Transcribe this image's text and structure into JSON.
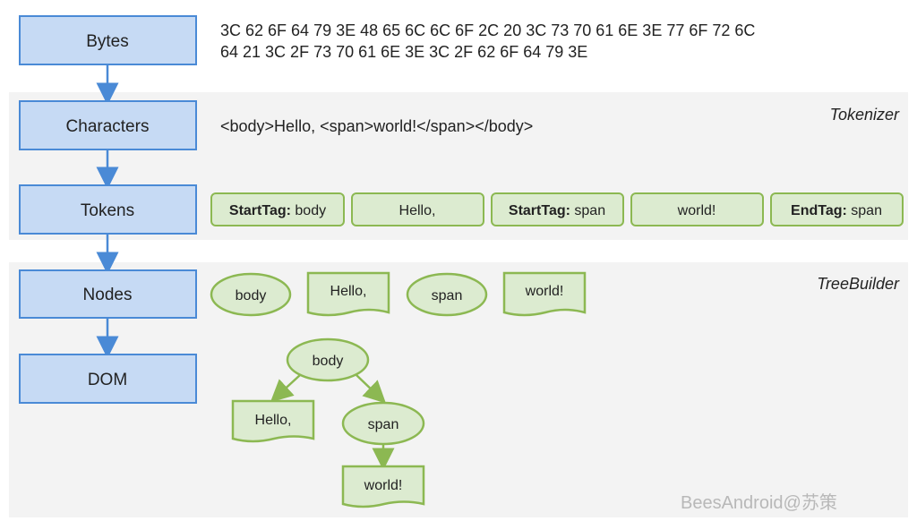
{
  "stages": [
    "Bytes",
    "Characters",
    "Tokens",
    "Nodes",
    "DOM"
  ],
  "bytes_line1": "3C 62 6F 64 79 3E 48 65 6C 6C 6F 2C 20 3C 73 70 61 6E 3E 77 6F 72 6C",
  "bytes_line2": "64 21 3C 2F 73 70 61 6E 3E 3C 2F 62 6F 64 79 3E",
  "characters": "<body>Hello, <span>world!</span></body>",
  "tokenizer_label": "Tokenizer",
  "treebuilder_label": "TreeBuilder",
  "tokens": [
    {
      "kind": "StartTag:",
      "value": " body"
    },
    {
      "kind": "",
      "value": "Hello,"
    },
    {
      "kind": "StartTag:",
      "value": " span"
    },
    {
      "kind": "",
      "value": "world!"
    },
    {
      "kind": "EndTag:",
      "value": " span"
    }
  ],
  "nodes": [
    "body",
    "Hello,",
    "span",
    "world!"
  ],
  "dom": {
    "root": "body",
    "child1": "Hello,",
    "child2": "span",
    "grandchild": "world!"
  },
  "watermark": "BeesAndroid@苏策",
  "colors": {
    "stage_fill": "#c6daf4",
    "stage_border": "#4a8ad6",
    "node_fill": "#dcebd0",
    "node_border": "#8cb852",
    "band": "#f3f3f3"
  }
}
